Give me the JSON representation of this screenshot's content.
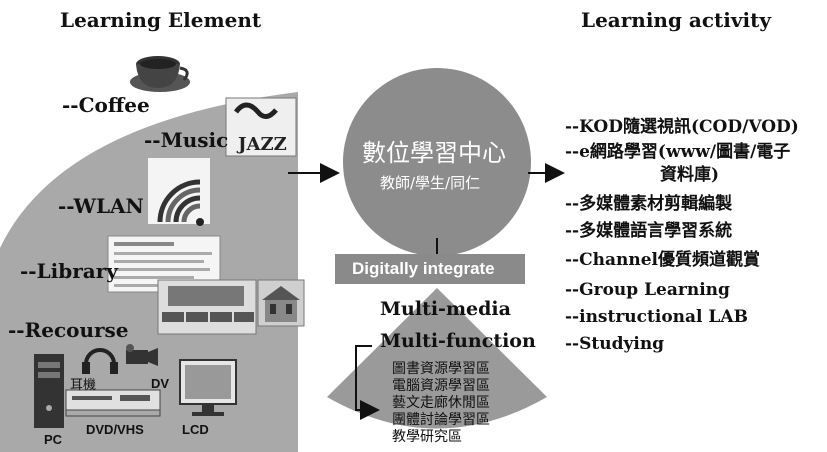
{
  "headers": {
    "left": "Learning Element",
    "right": "Learning activity"
  },
  "elements": [
    "--Coffee",
    "--Music",
    "--WLAN",
    "--Library",
    "--Recourse"
  ],
  "devices": {
    "headphones": "耳機",
    "dv": "DV",
    "pc": "PC",
    "dvd": "DVD/VHS",
    "lcd": "LCD"
  },
  "center": {
    "title": "數位學習中心",
    "subtitle": "教師/學生/同仁"
  },
  "integrate": "Digitally integrate",
  "multi": {
    "media": "Multi-media",
    "function": "Multi-function"
  },
  "zones": [
    "圖書資源學習區",
    "電腦資源學習區",
    "藝文走廊休閒區",
    "團體討論學習區",
    "教學研究區"
  ],
  "activities": [
    "--KOD隨選視訊(COD/VOD)",
    "--e網路學習(www/圖書/電子",
    "資料庫)",
    "--多媒體素材剪輯編製",
    "--多媒體語言學習系統",
    "--Channel優質頻道觀賞",
    "--Group Learning",
    "--instructional LAB",
    "--Studying"
  ],
  "logo_text": "JAZZ"
}
